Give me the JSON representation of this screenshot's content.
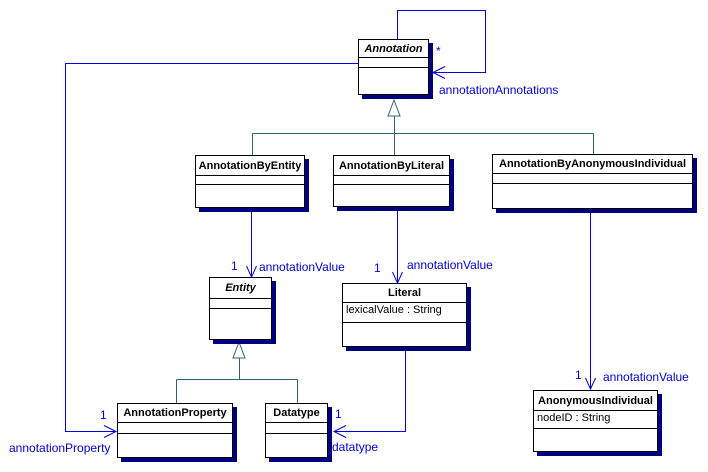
{
  "diagram": {
    "type": "uml-class-diagram",
    "classes": {
      "annotation": {
        "name": "Annotation",
        "abstract": true,
        "attributes": []
      },
      "annotationByEntity": {
        "name": "AnnotationByEntity",
        "attributes": []
      },
      "annotationByLiteral": {
        "name": "AnnotationByLiteral",
        "attributes": []
      },
      "annotationByAnonymousIndividual": {
        "name": "AnnotationByAnonymousIndividual",
        "attributes": []
      },
      "entity": {
        "name": "Entity",
        "abstract": true,
        "attributes": []
      },
      "literal": {
        "name": "Literal",
        "attributes": [
          "lexicalValue : String"
        ]
      },
      "annotationProperty": {
        "name": "AnnotationProperty",
        "attributes": []
      },
      "datatype": {
        "name": "Datatype",
        "attributes": []
      },
      "anonymousIndividual": {
        "name": "AnonymousIndividual",
        "attributes": [
          "nodeID : String"
        ]
      }
    },
    "associations": {
      "annotationAnnotations": {
        "label": "annotationAnnotations",
        "multiplicity": "*"
      },
      "annotationProperty": {
        "label": "annotationProperty",
        "multiplicity": "1"
      },
      "annotationValueEntity": {
        "label": "annotationValue",
        "multiplicity": "1"
      },
      "annotationValueLiteral": {
        "label": "annotationValue",
        "multiplicity": "1"
      },
      "annotationValueAnonymous": {
        "label": "annotationValue",
        "multiplicity": "1"
      },
      "datatype": {
        "label": "datatype",
        "multiplicity": "1"
      }
    },
    "colors": {
      "association_line": "#0000e0",
      "label_text": "#0000e0",
      "generalization_line": "#336666",
      "class_border": "#000000",
      "class_fill": "#ffffff",
      "class_shadow": "#000080",
      "background": "#ffffff"
    }
  }
}
